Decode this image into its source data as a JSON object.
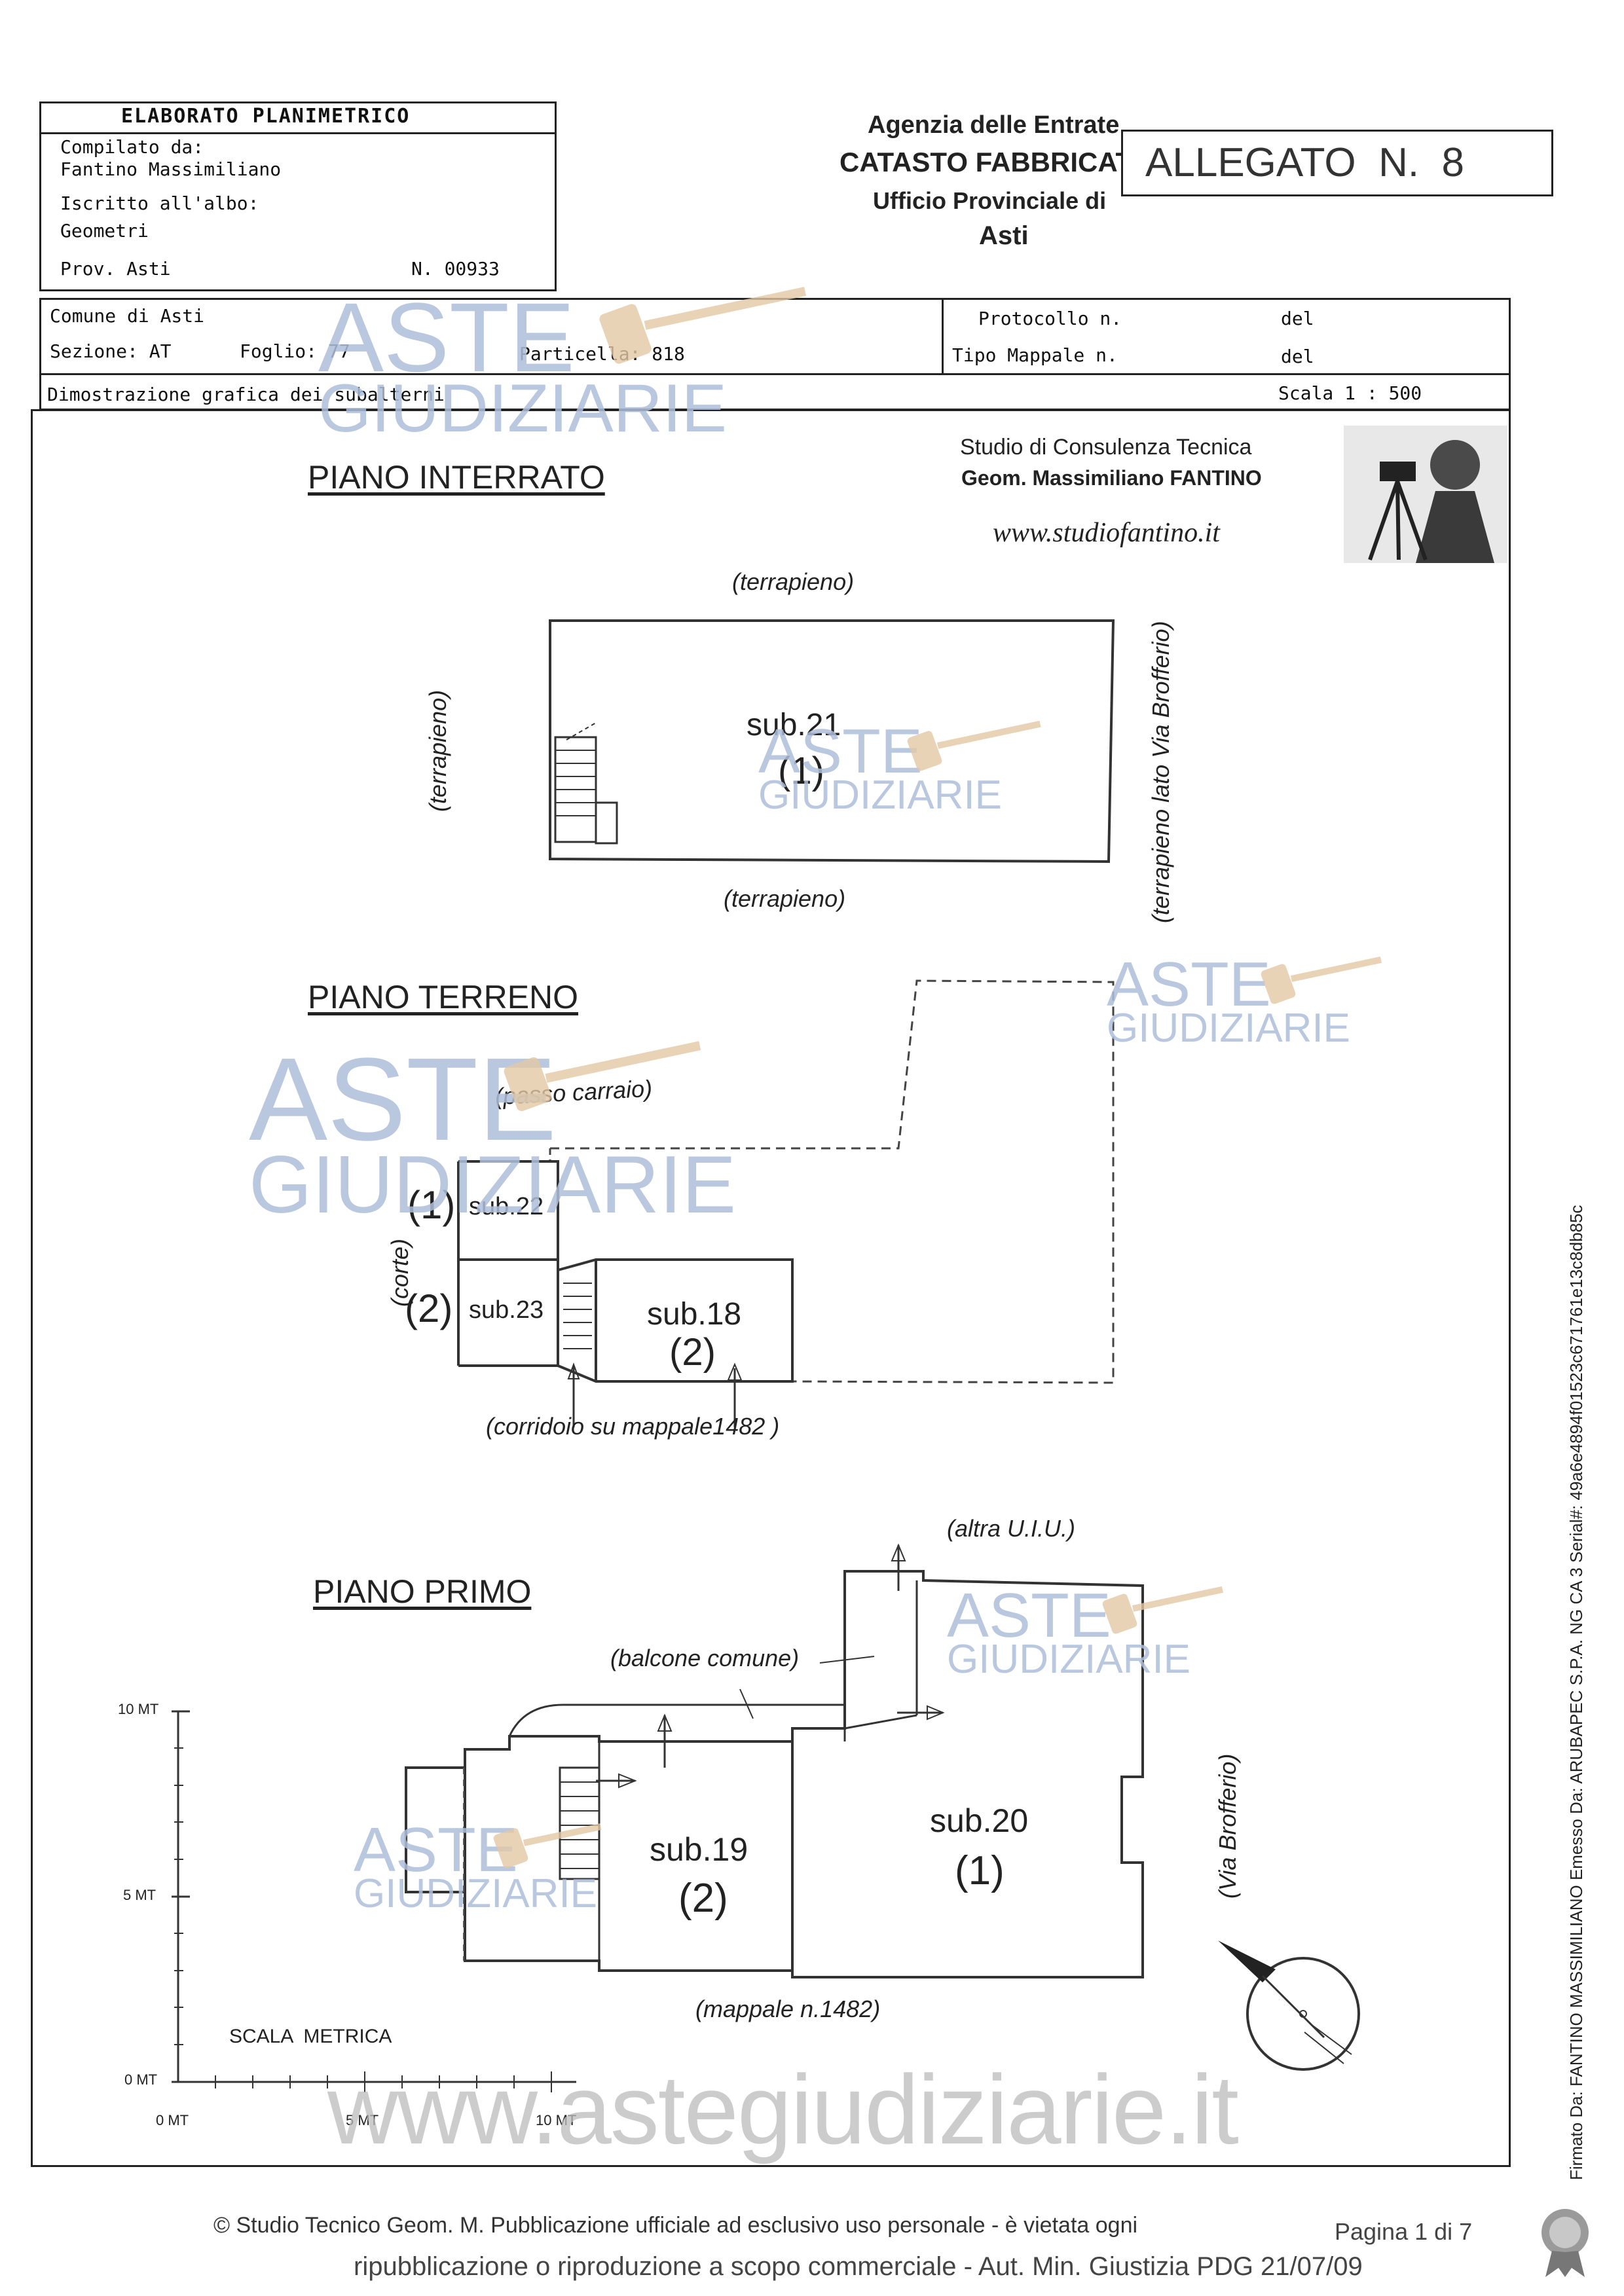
{
  "header": {
    "doc_title": "ELABORATO PLANIMETRICO",
    "compilato_label": "Compilato da:",
    "compilato_name": "Fantino Massimiliano",
    "iscritto_label": "Iscritto all'albo:",
    "iscritto_value": "Geometri",
    "prov": "Prov. Asti",
    "numero": "N. 00933",
    "agency_line1": "Agenzia delle Entrate",
    "agency_line2": "CATASTO FABBRICATI",
    "agency_line3": "Ufficio Provinciale di",
    "agency_line4": "Asti",
    "allegato": "ALLEGATO  N.  8"
  },
  "info": {
    "comune": "Comune di Asti",
    "sezione": "Sezione: AT",
    "foglio": "Foglio: 77",
    "particella": "Particella: 818",
    "protocollo": "Protocollo n.",
    "protocollo_del": "del",
    "tipo_mappale": "Tipo Mappale n.",
    "tipo_del": "del",
    "dimostrazione": "Dimostrazione grafica dei subalterni",
    "scala": "Scala 1 : 500"
  },
  "studio": {
    "line1": "Studio di Consulenza Tecnica",
    "line2": "Geom. Massimiliano FANTINO",
    "url": "www.studiofantino.it"
  },
  "interrato": {
    "title": "PIANO INTERRATO",
    "top": "(terrapieno)",
    "left": "(terrapieno)",
    "bottom": "(terrapieno)",
    "right": "(terrapieno lato Via Brofferio)",
    "sub": "sub.21",
    "num": "(1)"
  },
  "terreno": {
    "title": "PIANO TERRENO",
    "passo": "(passo carraio)",
    "corte": "(corte)",
    "corridoio": "(corridoio su mappale1482 )",
    "sub22": "sub.22",
    "n1": "(1)",
    "sub23": "sub.23",
    "n2": "(2)",
    "sub18": "sub.18",
    "sub18n": "(2)"
  },
  "primo": {
    "title": "PIANO PRIMO",
    "altra": "(altra U.I.U.)",
    "balcone": "(balcone comune)",
    "sub19": "sub.19",
    "sub19n": "(2)",
    "sub20": "sub.20",
    "sub20n": "(1)",
    "via": "(Via Brofferio)",
    "mappale": "(mappale n.1482)"
  },
  "scale": {
    "label": "SCALA  METRICA",
    "y10": "10 MT",
    "y5": "5 MT",
    "y0": "0 MT",
    "x0": "0 MT",
    "x5": "5 MT",
    "x10": "10 MT"
  },
  "watermark": {
    "aste": "ASTE",
    "giudiziarie": "GIUDIZIARIE",
    "site": "www.astegiudiziarie.it"
  },
  "footer": {
    "line1": "© Studio Tecnico Geom. M. Pubblicazione ufficiale ad esclusivo uso personale - è vietata ogni",
    "line2": "ripubblicazione o riproduzione a scopo commerciale - Aut. Min. Giustizia PDG 21/07/09",
    "page": "Pagina 1 di 7",
    "signature": "Firmato Da: FANTINO MASSIMILIANO Emesso Da: ARUBAPEC S.P.A. NG CA 3 Serial#: 49a6e4894f01523c671761e13c8db85c"
  },
  "colors": {
    "ink": "#222222",
    "watermark": "#aebfda",
    "hammer": "#e3c9a6"
  }
}
